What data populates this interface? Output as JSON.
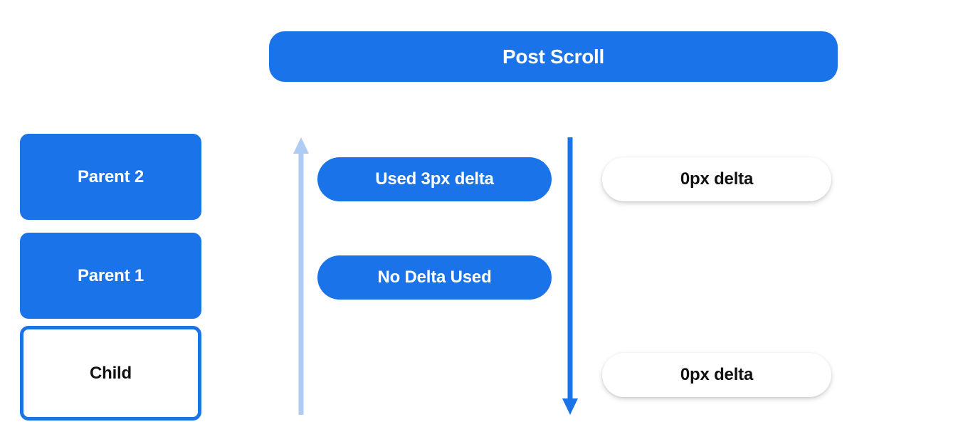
{
  "colors": {
    "accent_blue": "#1a73e8",
    "arrow_pale_blue": "#aecbf4",
    "arrow_blue": "#1a73e8",
    "surface_white": "#ffffff",
    "text_dark": "#111111",
    "background": "#ffffff"
  },
  "header": {
    "title": "Post Scroll"
  },
  "stack": {
    "boxes": [
      {
        "label": "Parent 2",
        "style": "filled"
      },
      {
        "label": "Parent 1",
        "style": "filled"
      },
      {
        "label": "Child",
        "style": "outlined"
      }
    ]
  },
  "arrows": [
    {
      "name": "scroll-up-arrow",
      "direction": "up",
      "color": "#aecbf4"
    },
    {
      "name": "scroll-down-arrow",
      "direction": "down",
      "color": "#1a73e8"
    }
  ],
  "middle_pills": [
    {
      "label": "Used 3px delta"
    },
    {
      "label": "No Delta Used"
    }
  ],
  "right_pills": [
    {
      "label": "0px delta"
    },
    {
      "label": "0px delta"
    }
  ]
}
